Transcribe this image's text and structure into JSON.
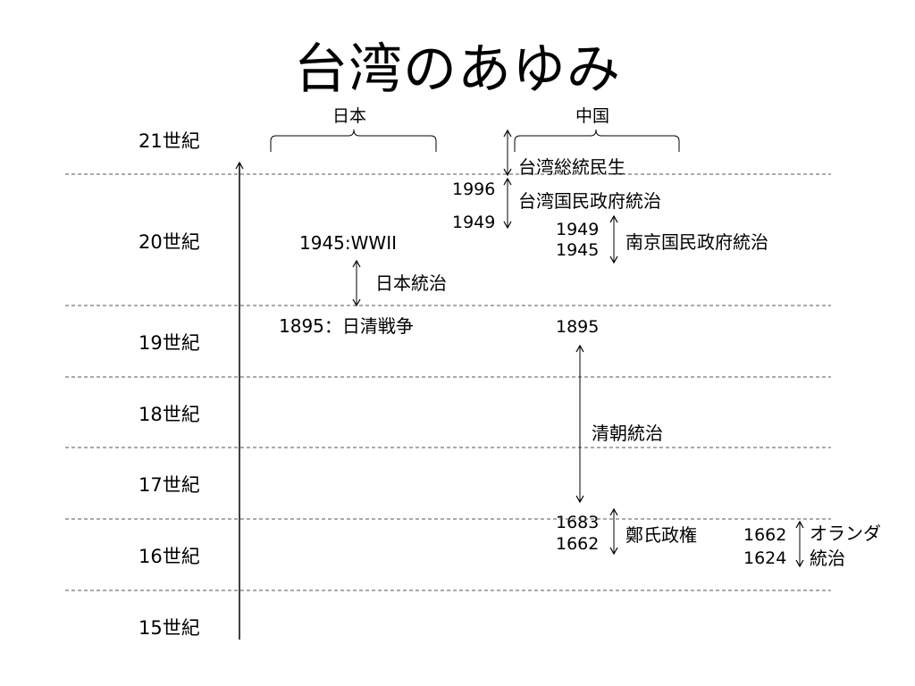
{
  "title": "台湾のあゆみ",
  "column_headers": {
    "japan": "日本",
    "china": "中国"
  },
  "centuries": [
    "21世紀",
    "20世紀",
    "19世紀",
    "18世紀",
    "17世紀",
    "16世紀",
    "15世紀"
  ],
  "japan": {
    "wwii": "1945:WWII",
    "rule_label": "日本統治",
    "sino_japanese_war": "1895：日清戦争"
  },
  "china": {
    "year_1996": "1996",
    "year_1949_top": "1949",
    "minsheng": "台湾総統民生",
    "roc_taiwan": "台湾国民政府統治",
    "nanjing_start": "1945",
    "nanjing_end": "1949",
    "nanjing": "南京国民政府統治",
    "year_1895": "1895",
    "qing": "清朝統治",
    "koxinga_start": "1662",
    "koxinga_end": "1683",
    "koxinga": "鄭氏政権",
    "dutch_start": "1624",
    "dutch_end": "1662",
    "dutch_line1": "オランダ",
    "dutch_line2": "統治"
  }
}
